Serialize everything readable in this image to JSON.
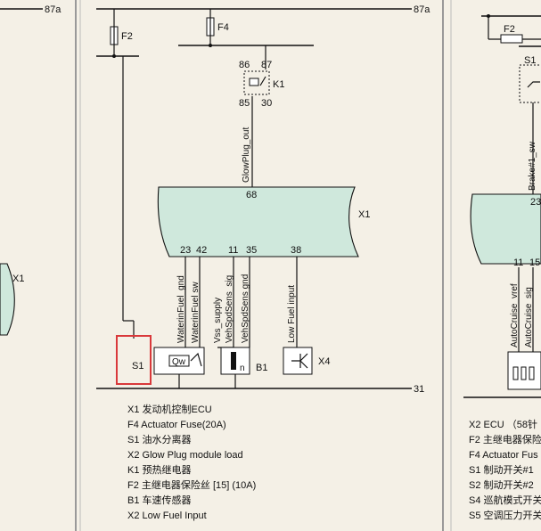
{
  "panels": {
    "left": {
      "ref_87a": "87a",
      "ecu_label": "X1"
    },
    "center": {
      "ref_87a": "87a",
      "ref_31": "31",
      "fuse_f2": "F2",
      "fuse_f4": "F4",
      "relay": {
        "label": "K1",
        "pin86": "86",
        "pin87": "87",
        "pin85": "85",
        "pin30": "30"
      },
      "ecu": {
        "label": "X1",
        "pin_top": "68",
        "pins_bottom": [
          "23",
          "42",
          "11",
          "35",
          "38"
        ]
      },
      "wires": {
        "glowplug": "GlowPlug_out",
        "water_gnd": "WaterinFuel_gnd",
        "water_sw": "WaterinFuel sw",
        "vss_supply": "Vss_supply",
        "veh_sig": "VehSpdSens_sig",
        "veh_gnd": "VehSpdSens gnd",
        "low_fuel": "Low Fuel input"
      },
      "components": {
        "s1": "S1",
        "qw": "Qw",
        "b1": "B1",
        "b1_n": "n",
        "x4": "X4"
      },
      "legend": [
        "X1 发动机控制ECU",
        "F4 Actuator Fuse(20A)",
        "S1 油水分离器",
        "X2 Glow Plug module load",
        "K1 预热继电器",
        "F2 主继电器保险丝 [15] (10A)",
        "B1 车速传感器",
        "X2 Low Fuel Input"
      ]
    },
    "right": {
      "fuse_f2": "F2",
      "relay_label": "S1",
      "brake_wire": "Brake#1_sw",
      "ecu_pin_top": "23",
      "pins_bottom": [
        "11",
        "15"
      ],
      "wire_vref": "AutoCruise_vref",
      "wire_sig": "AutoCruise_sig",
      "legend": [
        "X2 ECU （58针",
        "F2 主继电器保险",
        "F4 Actuator Fus",
        "S1 制动开关#1",
        "S2 制动开关#2",
        "S4 巡航模式开关",
        "S5 空调压力开关"
      ]
    }
  }
}
